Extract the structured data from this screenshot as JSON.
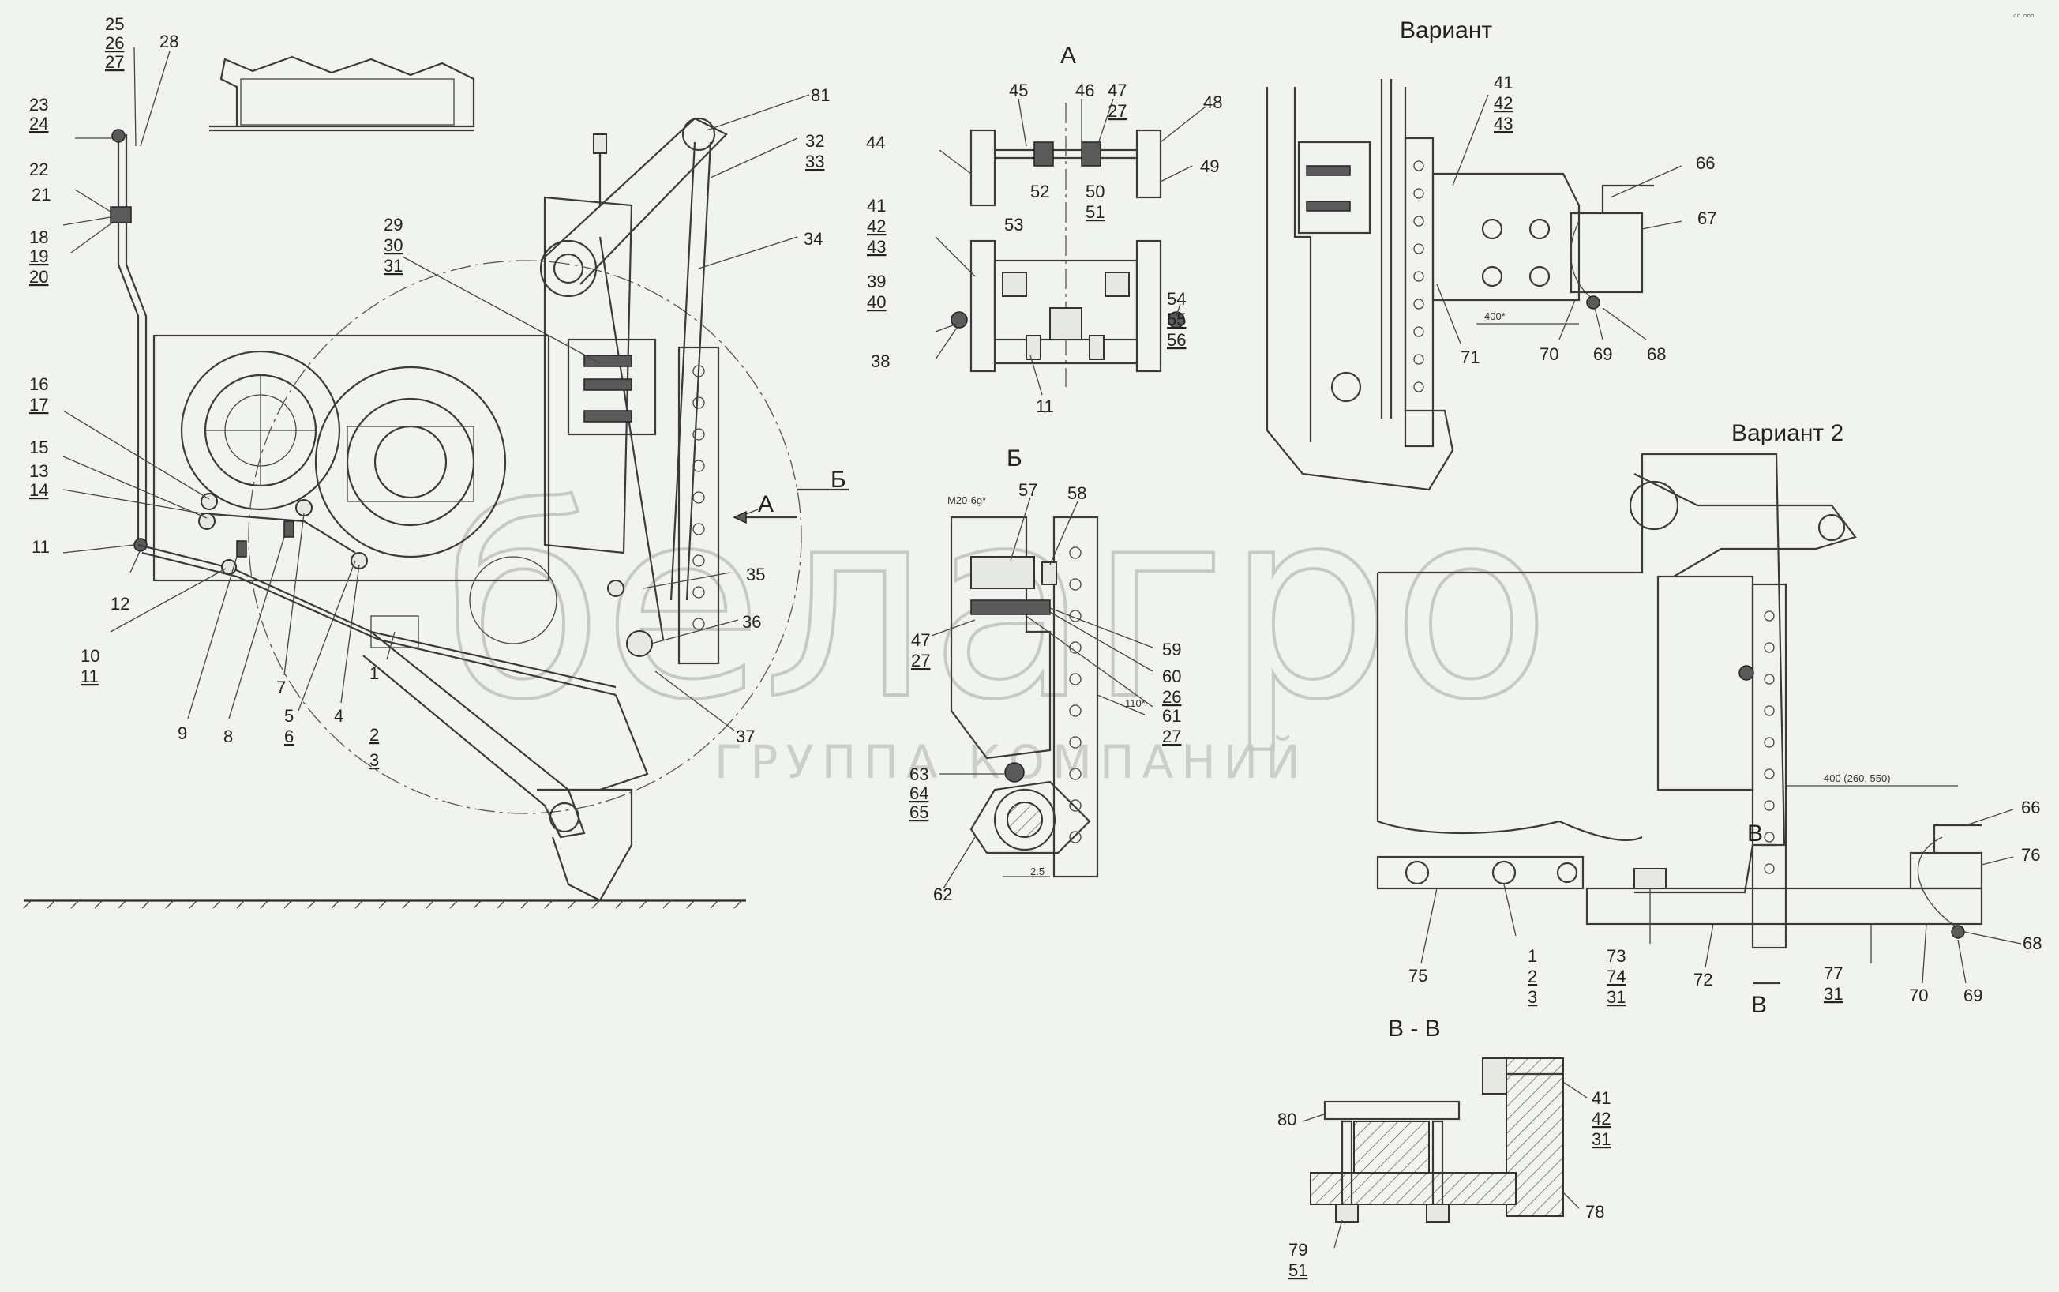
{
  "views": {
    "view_a": "А",
    "view_b": "Б",
    "variant": "Вариант",
    "variant2": "Вариант 2",
    "section": "В - В",
    "section_mark": "В"
  },
  "dimensions": {
    "d400": "400*",
    "d400_set": "400 (260, 550)",
    "thread": "M20-6g*",
    "d110": "110*",
    "d25": "2.5"
  },
  "watermark": {
    "brand": "белагро",
    "tagline": "ГРУППА КОМПАНИЙ"
  },
  "corner_mark": "◦▫ ▫▫▫",
  "callouts": [
    {
      "id": "c25",
      "text": "25"
    },
    {
      "id": "c26",
      "text": "26"
    },
    {
      "id": "c27",
      "text": "27"
    },
    {
      "id": "c28",
      "text": "28"
    },
    {
      "id": "c23",
      "text": "23"
    },
    {
      "id": "c24",
      "text": "24"
    },
    {
      "id": "c22",
      "text": "22"
    },
    {
      "id": "c21",
      "text": "21"
    },
    {
      "id": "c18",
      "text": "18"
    },
    {
      "id": "c19",
      "text": "19"
    },
    {
      "id": "c20",
      "text": "20"
    },
    {
      "id": "c16",
      "text": "16"
    },
    {
      "id": "c17",
      "text": "17"
    },
    {
      "id": "c15",
      "text": "15"
    },
    {
      "id": "c13",
      "text": "13"
    },
    {
      "id": "c14",
      "text": "14"
    },
    {
      "id": "c11a",
      "text": "11"
    },
    {
      "id": "c12",
      "text": "12"
    },
    {
      "id": "c10",
      "text": "10"
    },
    {
      "id": "c11b",
      "text": "11"
    },
    {
      "id": "c9",
      "text": "9"
    },
    {
      "id": "c8",
      "text": "8"
    },
    {
      "id": "c7",
      "text": "7"
    },
    {
      "id": "c5",
      "text": "5"
    },
    {
      "id": "c6",
      "text": "6"
    },
    {
      "id": "c4",
      "text": "4"
    },
    {
      "id": "c1",
      "text": "1"
    },
    {
      "id": "c2",
      "text": "2"
    },
    {
      "id": "c3",
      "text": "3"
    },
    {
      "id": "c29",
      "text": "29"
    },
    {
      "id": "c30",
      "text": "30"
    },
    {
      "id": "c31",
      "text": "31"
    },
    {
      "id": "c81",
      "text": "81"
    },
    {
      "id": "c32",
      "text": "32"
    },
    {
      "id": "c33",
      "text": "33"
    },
    {
      "id": "c34",
      "text": "34"
    },
    {
      "id": "c35",
      "text": "35"
    },
    {
      "id": "c36",
      "text": "36"
    },
    {
      "id": "c37",
      "text": "37"
    },
    {
      "id": "c45",
      "text": "45"
    },
    {
      "id": "c46",
      "text": "46"
    },
    {
      "id": "c47a",
      "text": "47"
    },
    {
      "id": "c27a",
      "text": "27"
    },
    {
      "id": "c48",
      "text": "48"
    },
    {
      "id": "c44",
      "text": "44"
    },
    {
      "id": "c49",
      "text": "49"
    },
    {
      "id": "c52",
      "text": "52"
    },
    {
      "id": "c50",
      "text": "50"
    },
    {
      "id": "c51a",
      "text": "51"
    },
    {
      "id": "c41a",
      "text": "41"
    },
    {
      "id": "c42a",
      "text": "42"
    },
    {
      "id": "c43a",
      "text": "43"
    },
    {
      "id": "c53",
      "text": "53"
    },
    {
      "id": "c39",
      "text": "39"
    },
    {
      "id": "c40",
      "text": "40"
    },
    {
      "id": "c38",
      "text": "38"
    },
    {
      "id": "c54",
      "text": "54"
    },
    {
      "id": "c55",
      "text": "55"
    },
    {
      "id": "c56",
      "text": "56"
    },
    {
      "id": "c11c",
      "text": "11"
    },
    {
      "id": "c57",
      "text": "57"
    },
    {
      "id": "c58",
      "text": "58"
    },
    {
      "id": "c47b",
      "text": "47"
    },
    {
      "id": "c27b",
      "text": "27"
    },
    {
      "id": "c59",
      "text": "59"
    },
    {
      "id": "c60",
      "text": "60"
    },
    {
      "id": "c26b",
      "text": "26"
    },
    {
      "id": "c61",
      "text": "61"
    },
    {
      "id": "c27c",
      "text": "27"
    },
    {
      "id": "c63",
      "text": "63"
    },
    {
      "id": "c64",
      "text": "64"
    },
    {
      "id": "c65",
      "text": "65"
    },
    {
      "id": "c62",
      "text": "62"
    },
    {
      "id": "c41b",
      "text": "41"
    },
    {
      "id": "c42b",
      "text": "42"
    },
    {
      "id": "c43b",
      "text": "43"
    },
    {
      "id": "c66a",
      "text": "66"
    },
    {
      "id": "c67",
      "text": "67"
    },
    {
      "id": "c71",
      "text": "71"
    },
    {
      "id": "c70a",
      "text": "70"
    },
    {
      "id": "c69a",
      "text": "69"
    },
    {
      "id": "c68a",
      "text": "68"
    },
    {
      "id": "c66b",
      "text": "66"
    },
    {
      "id": "c76",
      "text": "76"
    },
    {
      "id": "c68b",
      "text": "68"
    },
    {
      "id": "c75",
      "text": "75"
    },
    {
      "id": "c1b",
      "text": "1"
    },
    {
      "id": "c2b",
      "text": "2"
    },
    {
      "id": "c3b",
      "text": "3"
    },
    {
      "id": "c73",
      "text": "73"
    },
    {
      "id": "c74",
      "text": "74"
    },
    {
      "id": "c31b",
      "text": "31"
    },
    {
      "id": "c72",
      "text": "72"
    },
    {
      "id": "c77",
      "text": "77"
    },
    {
      "id": "c31c",
      "text": "31"
    },
    {
      "id": "c70b",
      "text": "70"
    },
    {
      "id": "c69b",
      "text": "69"
    },
    {
      "id": "c80",
      "text": "80"
    },
    {
      "id": "c41c",
      "text": "41"
    },
    {
      "id": "c42c",
      "text": "42"
    },
    {
      "id": "c31d",
      "text": "31"
    },
    {
      "id": "c78",
      "text": "78"
    },
    {
      "id": "c79",
      "text": "79"
    },
    {
      "id": "c51b",
      "text": "51"
    }
  ]
}
